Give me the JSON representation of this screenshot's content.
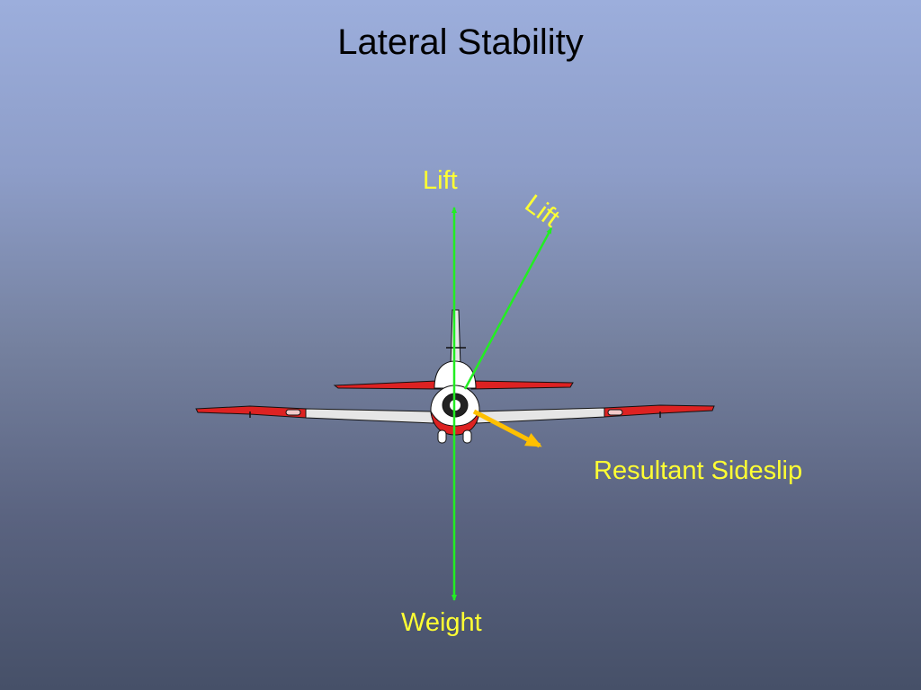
{
  "title": "Lateral Stability",
  "labels": {
    "lift_vertical": "Lift",
    "lift_tilted": "Lift",
    "resultant_sideslip": "Resultant Sideslip",
    "weight": "Weight"
  },
  "colors": {
    "label_text": "#ffff33",
    "force_vector": "#22ee22",
    "sideslip_vector": "#ffc000",
    "wing_tip": "#dd2222",
    "wing": "#e6e6e6"
  }
}
